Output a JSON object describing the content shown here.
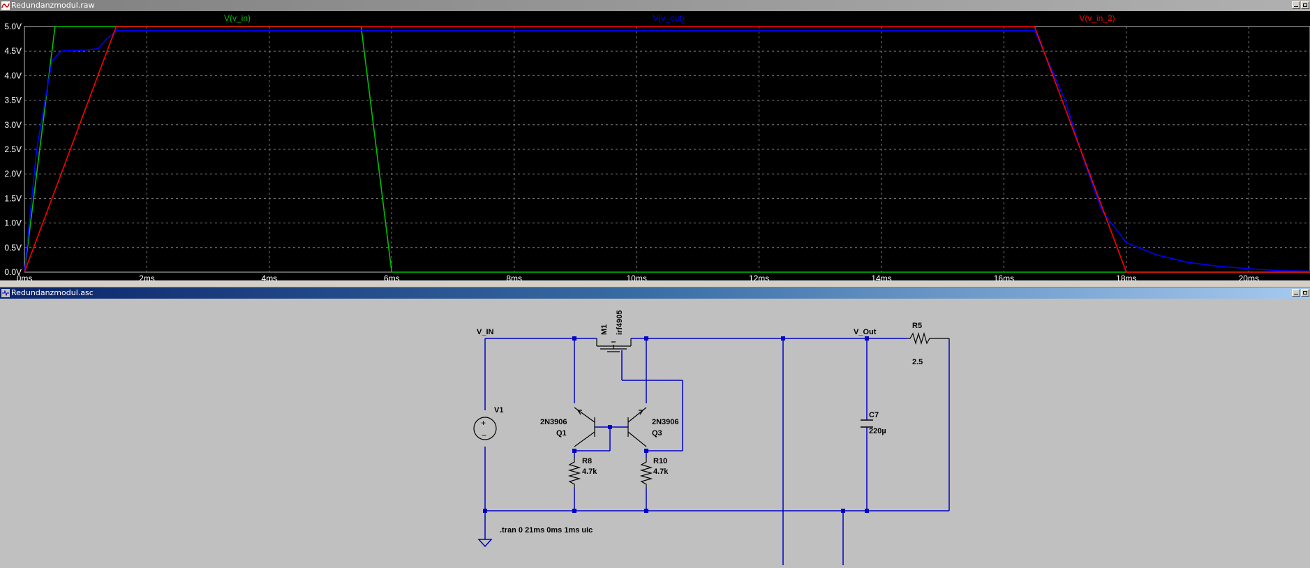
{
  "plot_window": {
    "title": "Redundanzmodul.raw"
  },
  "schematic_window": {
    "title": "Redundanzmodul.asc"
  },
  "chart_data": {
    "type": "line",
    "title": "",
    "xlabel": "",
    "ylabel": "",
    "xlim": [
      0,
      21
    ],
    "ylim": [
      0,
      5
    ],
    "x_ticks": [
      "0ms",
      "2ms",
      "4ms",
      "6ms",
      "8ms",
      "10ms",
      "12ms",
      "14ms",
      "16ms",
      "18ms",
      "20ms"
    ],
    "y_ticks": [
      "0.0V",
      "0.5V",
      "1.0V",
      "1.5V",
      "2.0V",
      "2.5V",
      "3.0V",
      "3.5V",
      "4.0V",
      "4.5V",
      "5.0V"
    ],
    "grid": true,
    "legend_position": "top",
    "series": [
      {
        "name": "V(v_in)",
        "color": "#00c000",
        "x": [
          0,
          0.5,
          5.5,
          6.0,
          21.0
        ],
        "y": [
          0,
          5,
          5,
          0,
          0
        ]
      },
      {
        "name": "V(v_out)",
        "color": "#0000ff",
        "x": [
          0,
          0.2,
          0.45,
          0.6,
          1.0,
          1.2,
          1.35,
          1.5,
          16.5,
          17.0,
          17.3,
          17.6,
          18.0,
          18.5,
          19.0,
          19.5,
          20.0,
          20.5,
          21.0
        ],
        "y": [
          0,
          2.5,
          4.3,
          4.5,
          4.52,
          4.55,
          4.75,
          4.92,
          4.92,
          3.5,
          2.3,
          1.25,
          0.6,
          0.35,
          0.2,
          0.12,
          0.07,
          0.03,
          0.02
        ]
      },
      {
        "name": "V(v_in_2)",
        "color": "#ff0000",
        "x": [
          0,
          1.5,
          16.5,
          18.0,
          21.0
        ],
        "y": [
          0,
          5,
          5,
          0,
          0
        ]
      }
    ]
  },
  "schematic": {
    "net_vin": "V_IN",
    "net_vout": "V_Out",
    "v1_name": "V1",
    "m1_name": "M1",
    "m1_model": "irf4905",
    "q1_model": "2N3906",
    "q1_name": "Q1",
    "q3_model": "2N3906",
    "q3_name": "Q3",
    "r8_name": "R8",
    "r8_value": "4.7k",
    "r10_name": "R10",
    "r10_value": "4.7k",
    "r5_name": "R5",
    "r5_value": "2.5",
    "c7_name": "C7",
    "c7_value": "220µ",
    "directive": ".tran 0 21ms 0ms 1ms uic"
  },
  "colors": {
    "wire": "#0000c8",
    "component": "#000000",
    "plot_bg": "#000000",
    "grid": "#808080"
  }
}
